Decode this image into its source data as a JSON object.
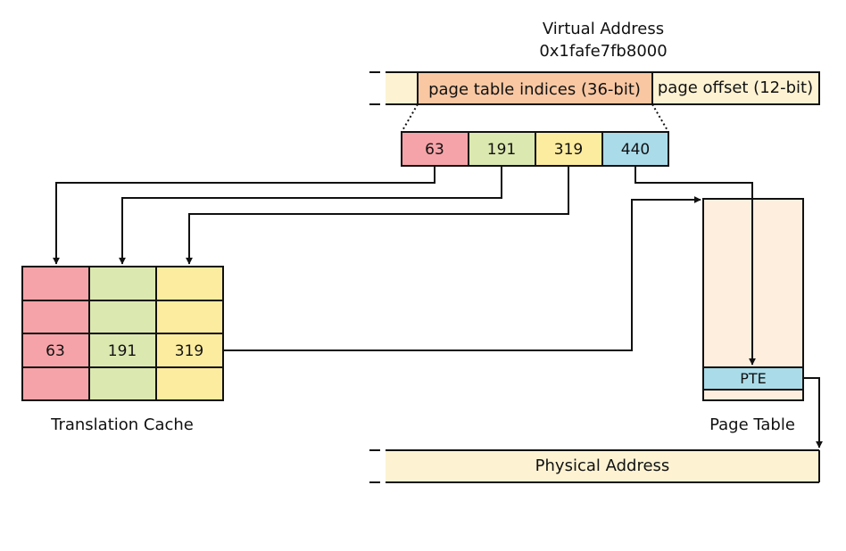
{
  "colors": {
    "red": "#f5a3a8",
    "green": "#dbe8b0",
    "yellow": "#fcec9f",
    "blue": "#aadbe9",
    "peach": "#f9c8a3",
    "cream": "#fdf3d3",
    "page_table_fill": "#fdeede",
    "stroke": "#111111"
  },
  "virtual_address": {
    "title": "Virtual Address",
    "value": "0x1fafe7fb8000",
    "indices_label": "page table indices (36-bit)",
    "offset_label": "page offset (12-bit)"
  },
  "indices": [
    "63",
    "191",
    "319",
    "440"
  ],
  "translation_cache": {
    "label": "Translation Cache",
    "row_values": [
      "63",
      "191",
      "319"
    ]
  },
  "page_table": {
    "label": "Page Table",
    "entry_label": "PTE"
  },
  "physical_address": {
    "label": "Physical Address"
  }
}
